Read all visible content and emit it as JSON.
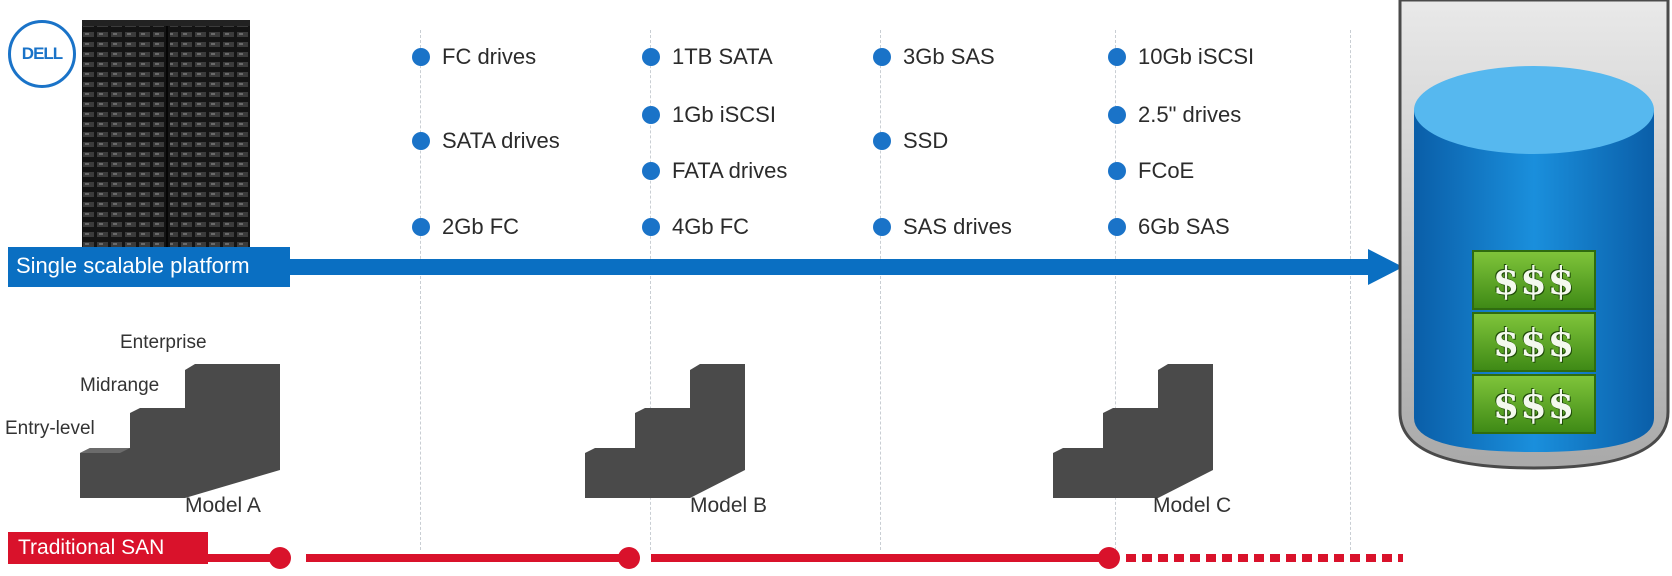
{
  "logo": {
    "text": "DELL"
  },
  "platform_bar": {
    "label": "Single scalable platform",
    "color": "#0a6fc2"
  },
  "san_bar": {
    "label": "Traditional SAN",
    "color": "#d9122b"
  },
  "feature_columns": [
    {
      "items": [
        "FC drives",
        "SATA drives",
        "2Gb FC"
      ]
    },
    {
      "items": [
        "1TB SATA",
        "1Gb iSCSI",
        "FATA drives",
        "4Gb FC"
      ]
    },
    {
      "items": [
        "3Gb SAS",
        "SSD",
        "SAS drives"
      ]
    },
    {
      "items": [
        "10Gb iSCSI",
        "2.5\" drives",
        "FCoE",
        "6Gb SAS"
      ]
    }
  ],
  "tiers": {
    "enterprise": "Enterprise",
    "midrange": "Midrange",
    "entry": "Entry-level"
  },
  "models": [
    "Model A",
    "Model B",
    "Model C"
  ],
  "money": [
    "$$$",
    "$$$",
    "$$$"
  ],
  "icons": [
    "server-rack-image",
    "staircase-blocks-icon",
    "database-cylinder-icon",
    "bullet-dot-icon"
  ]
}
